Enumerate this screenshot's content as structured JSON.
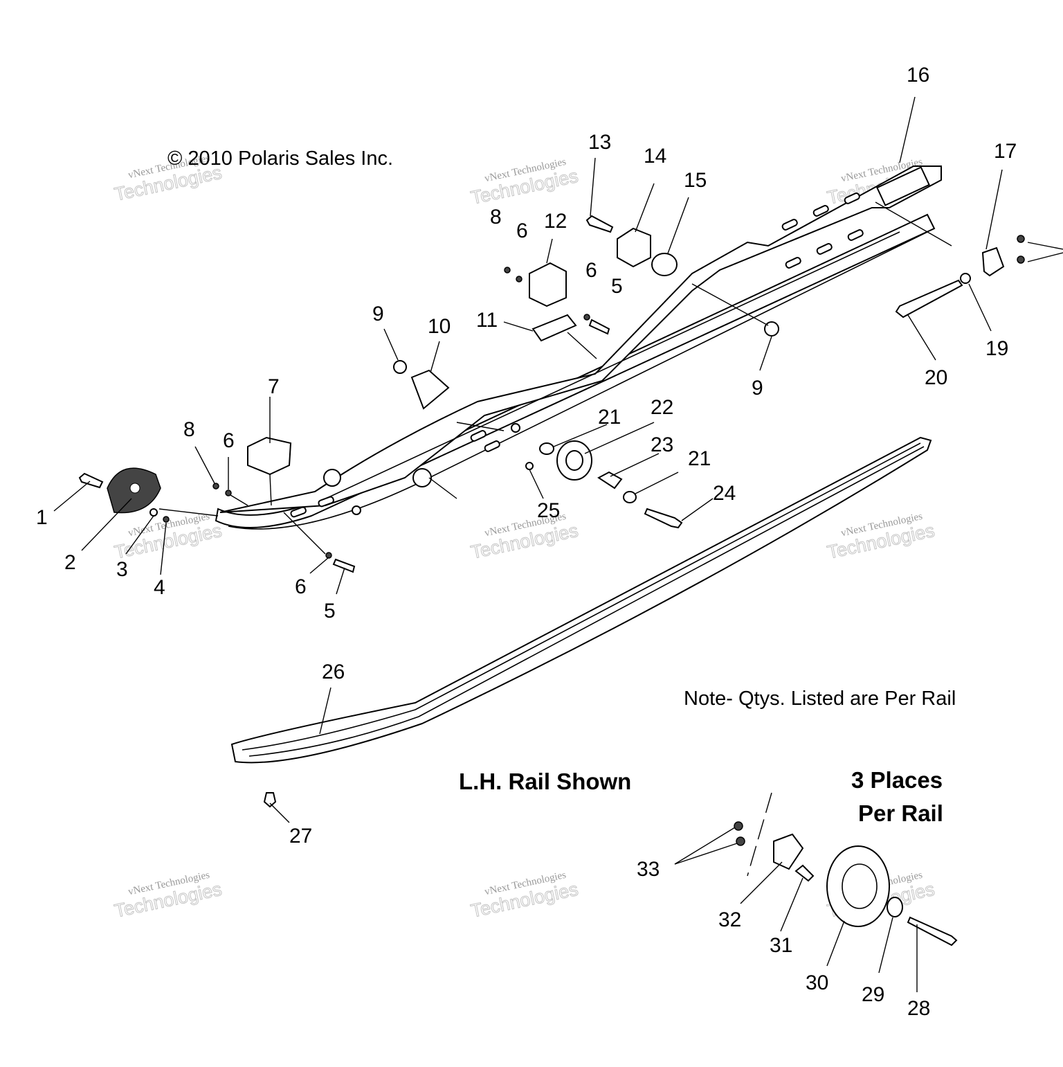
{
  "copyright": "© 2010 Polaris Sales Inc.",
  "notes": {
    "qty_note": "Note- Qtys. Listed are Per Rail",
    "rail_shown": "L.H. Rail Shown",
    "places_line1": "3 Places",
    "places_line2": "Per Rail"
  },
  "watermark": {
    "line1": "vNext Technologies",
    "line2": "Technologies"
  },
  "callouts": {
    "c1": "1",
    "c2": "2",
    "c3": "3",
    "c4": "4",
    "c5a": "5",
    "c5b": "5",
    "c6a": "6",
    "c6b": "6",
    "c6c": "6",
    "c6d": "6",
    "c7": "7",
    "c8a": "8",
    "c8b": "8",
    "c9a": "9",
    "c9b": "9",
    "c10": "10",
    "c11": "11",
    "c12": "12",
    "c13": "13",
    "c14": "14",
    "c15": "15",
    "c16": "16",
    "c17": "17",
    "c19": "19",
    "c20": "20",
    "c21a": "21",
    "c21b": "21",
    "c22": "22",
    "c23": "23",
    "c24": "24",
    "c25": "25",
    "c26": "26",
    "c27": "27",
    "c28": "28",
    "c29": "29",
    "c30": "30",
    "c31": "31",
    "c32": "32",
    "c33": "33"
  }
}
